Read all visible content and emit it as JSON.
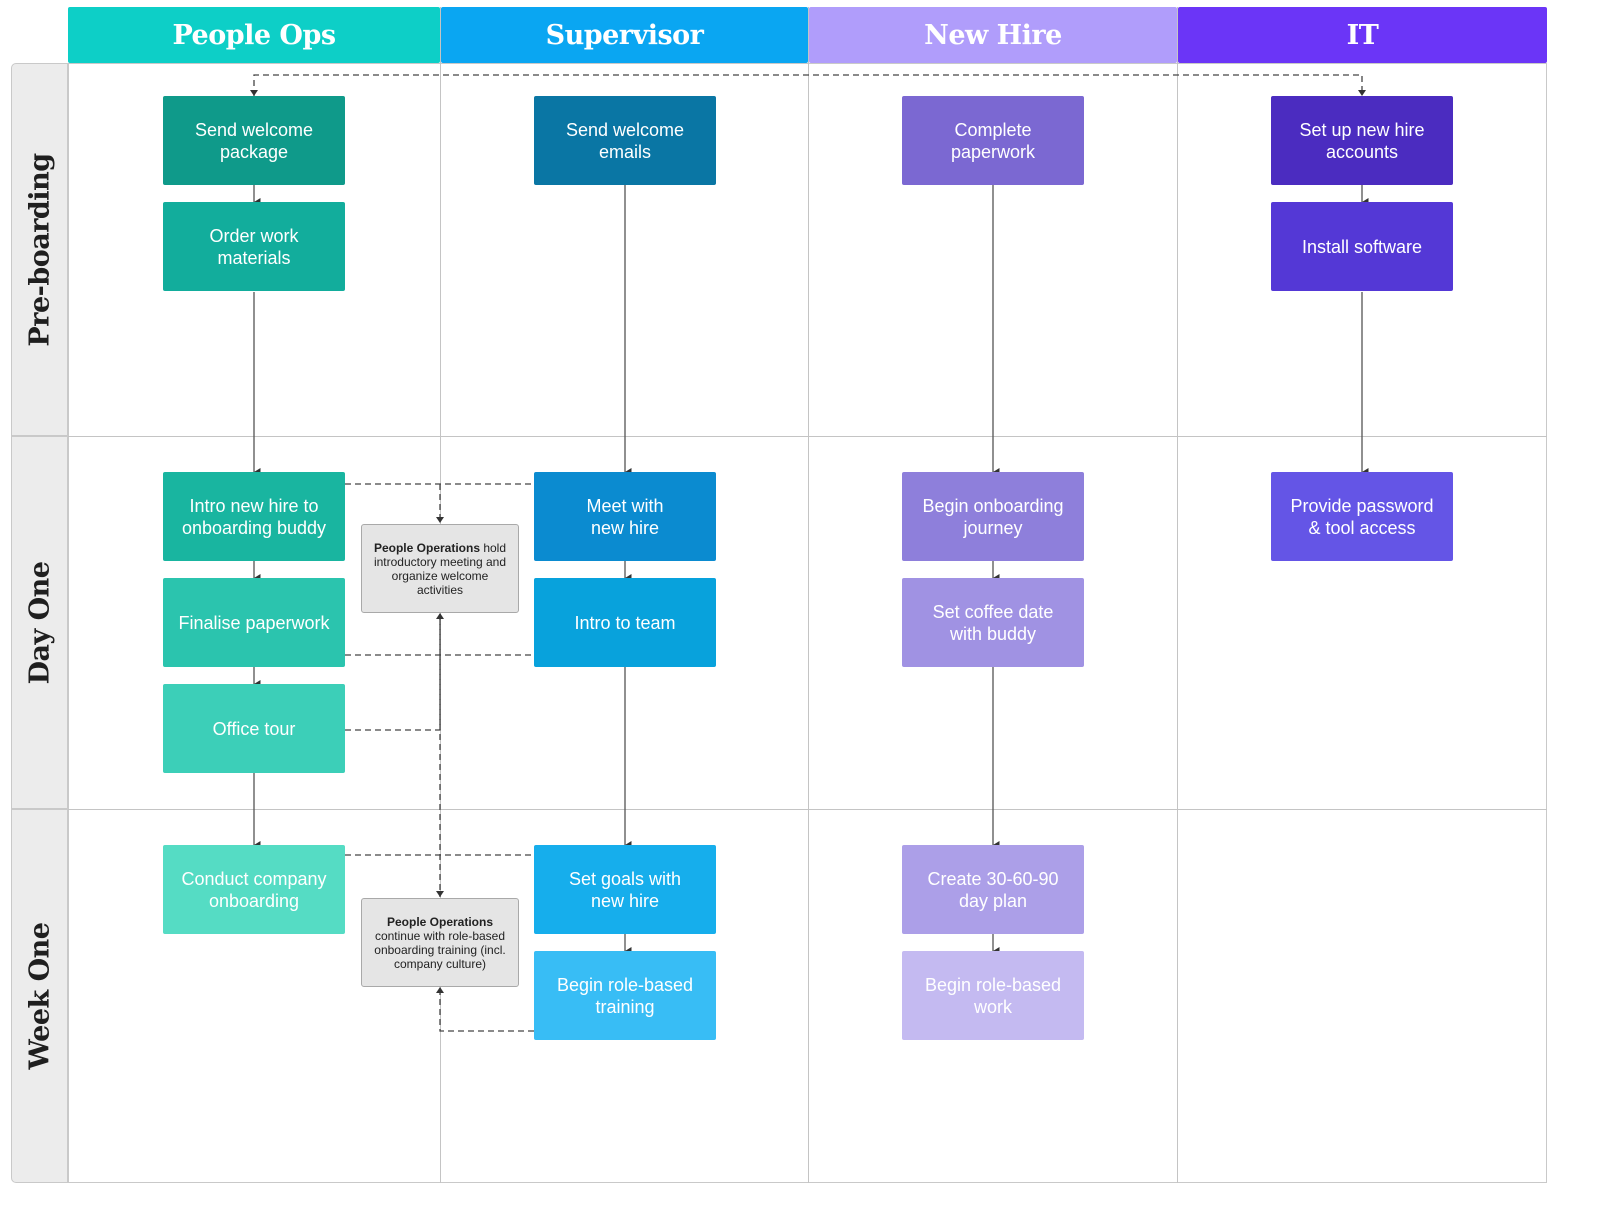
{
  "columns": {
    "people_ops": "People Ops",
    "supervisor": "Supervisor",
    "new_hire": "New Hire",
    "it": "IT"
  },
  "rows": {
    "pre_boarding": "Pre-boarding",
    "day_one": "Day One",
    "week_one": "Week One"
  },
  "steps": {
    "send_welcome_package": "Send welcome\npackage",
    "order_work_materials": "Order work\nmaterials",
    "send_welcome_emails": "Send welcome\nemails",
    "complete_paperwork": "Complete\npaperwork",
    "set_up_accounts": "Set up new hire\naccounts",
    "install_software": "Install software",
    "intro_buddy": "Intro new hire to\nonboarding buddy",
    "finalise_paperwork": "Finalise paperwork",
    "office_tour": "Office tour",
    "meet_new_hire": "Meet with\nnew hire",
    "intro_team": "Intro to team",
    "begin_journey": "Begin onboarding\njourney",
    "coffee_date": "Set coffee date\nwith buddy",
    "password_access": "Provide password\n& tool access",
    "company_onboarding": "Conduct company\nonboarding",
    "set_goals": "Set goals with\nnew hire",
    "role_training": "Begin role-based\ntraining",
    "plan_30_60_90": "Create 30-60-90\nday plan",
    "role_work": "Begin role-based\nwork"
  },
  "notes": {
    "day_one_bold": "People Operations",
    "day_one_rest": " hold introductory meeting and organize welcome activities",
    "week_one_bold": "People Operations",
    "week_one_rest": "continue with role-based onboarding training (incl. company culture)"
  },
  "colors": {
    "people_ops_header": "#0dcfc7",
    "supervisor_header": "#0aa6f2",
    "new_hire_header": "#b09dfb",
    "it_header": "#6b35f7"
  }
}
